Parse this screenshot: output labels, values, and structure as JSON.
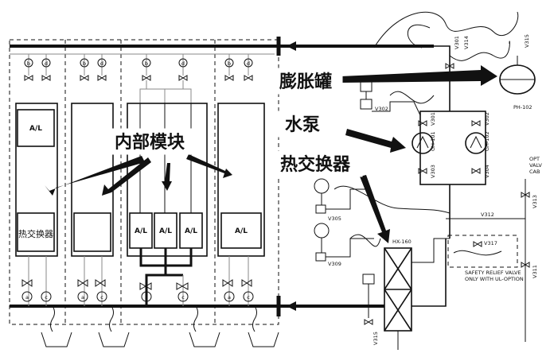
{
  "callouts": {
    "expansion_tank": "膨胀罐",
    "pump": "水泵",
    "heat_exchanger": "热交换器",
    "internal_module": "内部模块"
  },
  "module_labels": {
    "m1_top": "A/L",
    "m1_heat_exchanger": "热交换器",
    "m3_a": "A/L",
    "m3_b": "A/L",
    "m3_c": "A/L",
    "m4": "A/L"
  },
  "valve_letters": {
    "top_left": "b",
    "top_right": "d",
    "bottom_left": "a",
    "bottom_right": "c"
  },
  "tags": {
    "expansion_tank": "PH-102",
    "pump_1": "GH-101",
    "pump_2": "GH-102",
    "pump_valve_1": "V301",
    "pump_valve_2": "V302",
    "pump_valve_3": "V303",
    "pump_valve_4": "V304",
    "gauge_valve_top": "V302",
    "gauge_valve_mid": "V305",
    "gauge_valve_low": "V309",
    "hx": "HX-160",
    "relief_valve": "V317",
    "bypass_valve": "V312",
    "right_valve_top": "V313",
    "right_valve_low": "V311",
    "bottom_valve": "V315",
    "tank_valve": "V315",
    "top_valve_a": "V301",
    "top_valve_b": "V314",
    "opt_label_1": "OPT",
    "opt_label_2": "VALV",
    "opt_label_3": "CAB"
  },
  "notes": {
    "relief_line1": "SAFETY RELIEF VALVE",
    "relief_line2": "ONLY WITH UL-OPTION"
  }
}
